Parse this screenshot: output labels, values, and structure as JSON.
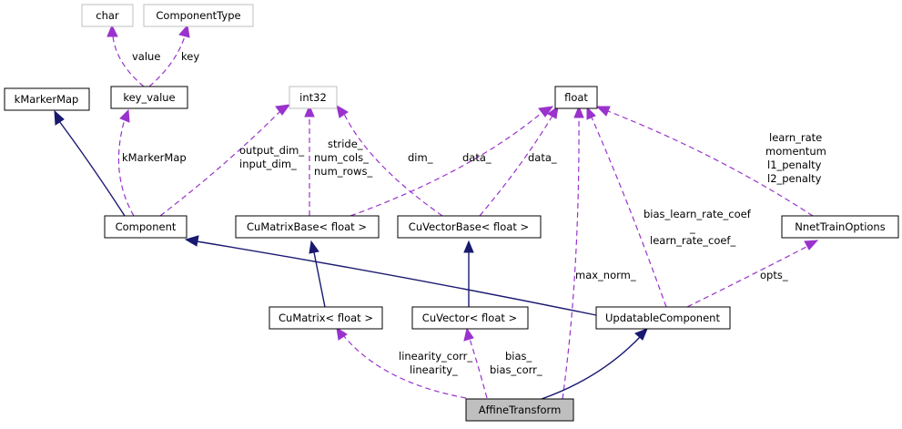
{
  "nodes": {
    "char": "char",
    "component_type": "ComponentType",
    "kmarkermap": "kMarkerMap",
    "key_value": "key_value",
    "int32": "int32",
    "float": "float",
    "component": "Component",
    "cumatrixbase": "CuMatrixBase< float >",
    "cuvectorbase": "CuVectorBase< float >",
    "nnet_train_options": "NnetTrainOptions",
    "cumatrix": "CuMatrix< float >",
    "cuvector": "CuVector< float >",
    "updatable_component": "UpdatableComponent",
    "affine_transform": "AffineTransform"
  },
  "edge_labels": {
    "value": "value",
    "key": "key",
    "kmarkermap_member": "kMarkerMap",
    "output_dim": "output_dim_",
    "input_dim": "input_dim_",
    "stride": "stride_",
    "num_cols": "num_cols_",
    "num_rows": "num_rows_",
    "dim": "dim_",
    "data_matrix": "data_",
    "data_vector": "data_",
    "learn_rate": "learn_rate",
    "momentum": "momentum",
    "l1_penalty": "l1_penalty",
    "l2_penalty": "l2_penalty",
    "bias_learn_rate_coef": "bias_learn_rate_coef",
    "underscore": "_",
    "learn_rate_coef": "learn_rate_coef_",
    "max_norm": "max_norm_",
    "opts": "opts_",
    "linearity_corr": "linearity_corr_",
    "linearity": "linearity_",
    "bias": "bias_",
    "bias_corr": "bias_corr_"
  },
  "colors": {
    "inheritance_edge": "#191970",
    "member_edge": "#9a32cd",
    "focus_node_fill": "#bfbfbf",
    "external_node_border": "#bfbfbf"
  }
}
